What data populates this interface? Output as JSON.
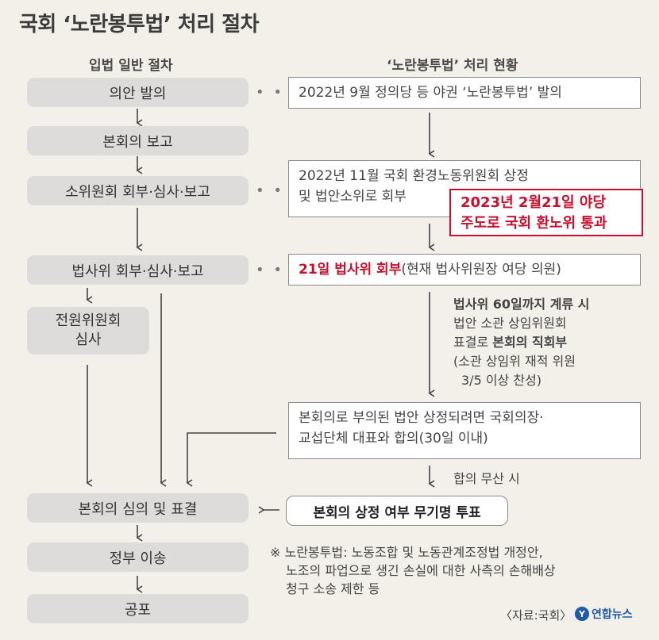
{
  "title": "국회 ‘노란봉투법’ 처리  절차",
  "left_header": "입법 일반 절차",
  "right_header": "‘노란봉투법’ 처리 현황",
  "left_steps": [
    "의안 발의",
    "본회의 보고",
    "소위원회 회부·심사·보고",
    "법사위 회부·심사·보고",
    "본회의 심의 및 표결",
    "정부 이송",
    "공포"
  ],
  "plenary_committee": [
    "전원위원회",
    "심사"
  ],
  "status": {
    "proposal": "2022년 9월 정의당 등 야권 ‘노란봉투법’ 발의",
    "subcommittee": [
      "2022년 11월 국회 환경노동위원회 상정",
      "및 법안소위로 회부"
    ],
    "committee_pass": [
      "2023년 2월21일 야당",
      "주도로 국회 환노위 통과"
    ],
    "judiciary_red": "21일 법사위 회부",
    "judiciary_rest": "(현재 법사위원장 여당 의원)",
    "direct_note": {
      "line1": "법사위 60일까지 계류 시",
      "line2": "법안 소관 상임위원회",
      "line3_prefix": "표결로 ",
      "line3_bold": "본회의 직회부",
      "line4": "(소관 상임위 재적 위원",
      "line5": "3/5 이상 찬성)"
    },
    "agreement": [
      "본회의로 부의된 법안 상정되려면 국회의장·",
      "교섭단체 대표와 합의(30일 이내)"
    ],
    "no_agreement": "합의 무산 시",
    "vote": "본회의 상정 여부 무기명 투표"
  },
  "dots": "• • •",
  "footnote": [
    "※ 노란봉투법: 노동조합 및 노동관계조정법 개정안,",
    "노조의 파업으로 생긴 손실에 대한 사측의 손해배상",
    "청구 소송 제한 등"
  ],
  "source": "〈자료:국회〉",
  "logo": {
    "mark": "Y",
    "text": "연합뉴스"
  },
  "colors": {
    "background": "#f3f0ea",
    "box": "#dedcda",
    "red": "#c8102e",
    "line": "#555555"
  }
}
